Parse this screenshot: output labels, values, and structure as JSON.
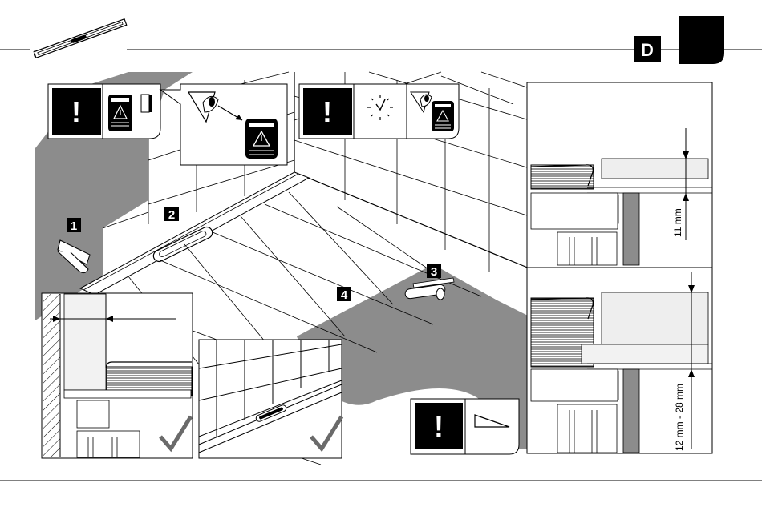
{
  "header": {
    "section_tab_letter": "D"
  },
  "steps": {
    "step1": "1",
    "step2": "2",
    "step3": "3",
    "step4": "4"
  },
  "warnings": {
    "exclamation": "!"
  },
  "dimensions": {
    "upper_gap": "11 mm",
    "lower_range": "12 mm - 28 mm"
  },
  "colors": {
    "ink": "#000000",
    "membrane_gray": "#8c8c8c",
    "panel_black": "#000000",
    "check_gray": "#6a6a6a"
  },
  "icons": {
    "warning_bucket": "warning-bucket-icon",
    "eye_inspect": "eye-inspect-icon",
    "clock": "clock-icon",
    "slope": "slope-icon",
    "checkmark": "checkmark-icon",
    "drain_channel": "drain-channel-icon"
  }
}
